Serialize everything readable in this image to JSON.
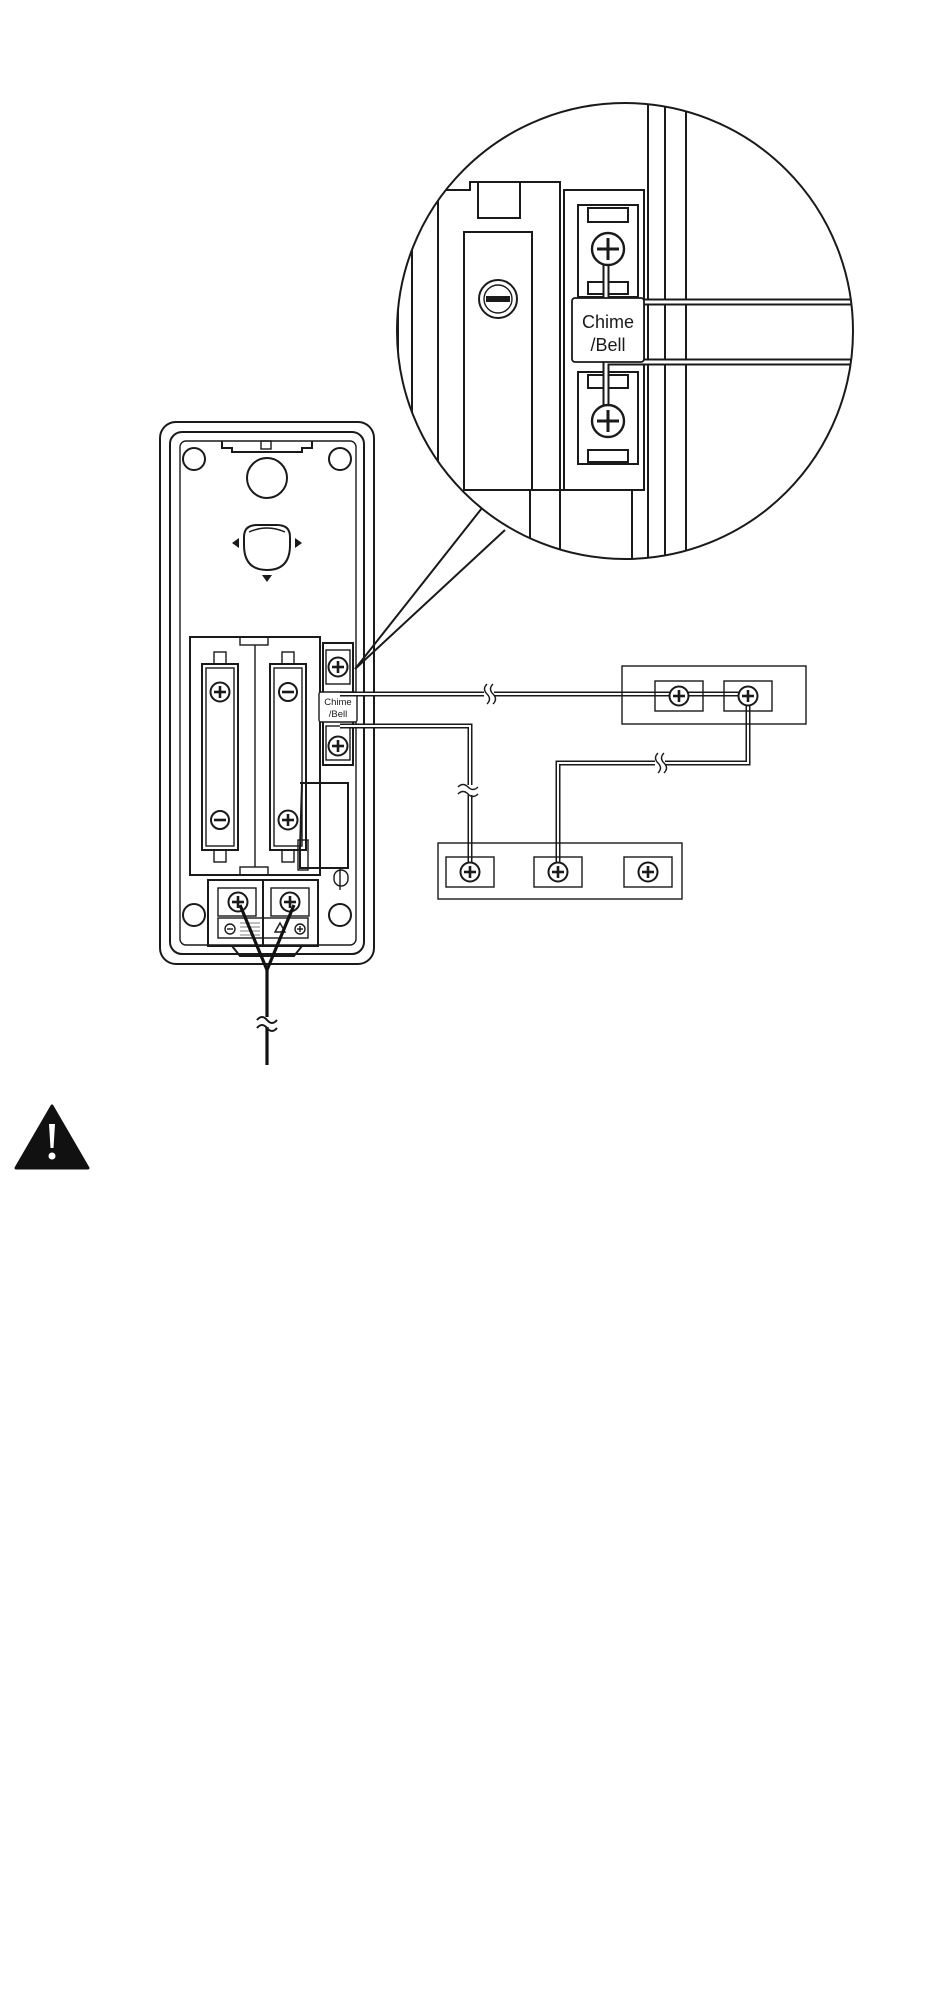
{
  "terminal_label": {
    "line1": "Chime",
    "line2": "/Bell"
  },
  "icons": {
    "warning": "warning-triangle-icon",
    "screw": "phillips-screw-icon",
    "slot_screw": "slotted-screw-icon",
    "wire_break": "wire-break-symbol"
  },
  "colors": {
    "ink": "#1a1a1a",
    "background": "#ffffff"
  }
}
